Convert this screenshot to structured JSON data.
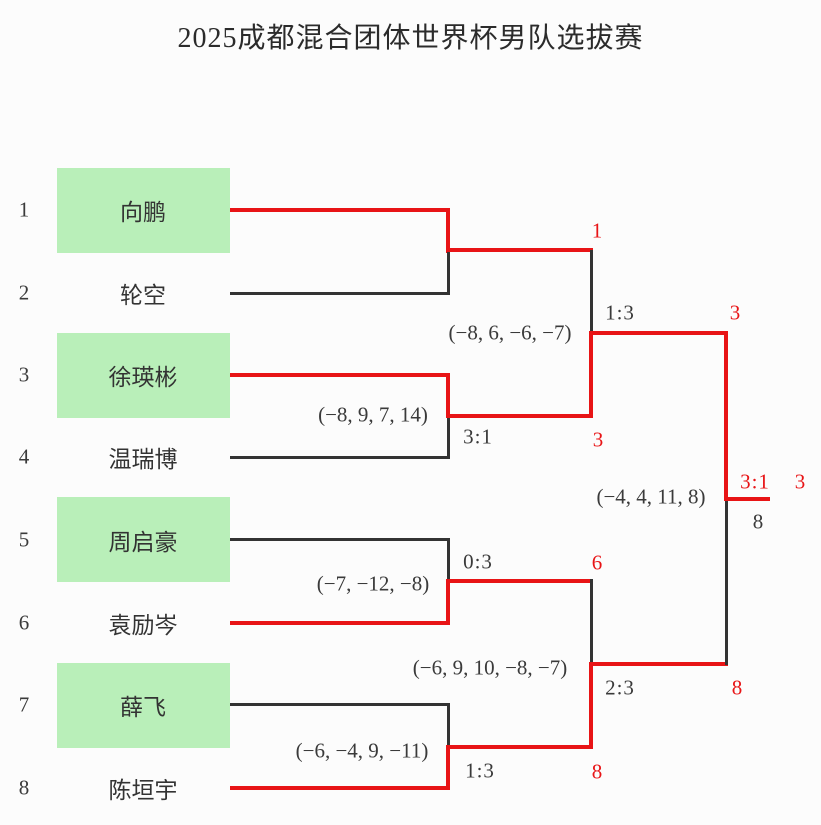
{
  "title": "2025成都混合团体世界杯男队选拔赛",
  "colors": {
    "winner_path": "#e81416",
    "line": "#333333",
    "seed_box": "#b9efb9",
    "text": "#3a3a3a",
    "background": "#fcfcfc"
  },
  "players": [
    {
      "seed": "1",
      "name": "向鹏",
      "seeded_box": true
    },
    {
      "seed": "2",
      "name": "轮空",
      "seeded_box": false
    },
    {
      "seed": "3",
      "name": "徐瑛彬",
      "seeded_box": true
    },
    {
      "seed": "4",
      "name": "温瑞博",
      "seeded_box": false
    },
    {
      "seed": "5",
      "name": "周启豪",
      "seeded_box": true
    },
    {
      "seed": "6",
      "name": "袁励岑",
      "seeded_box": false
    },
    {
      "seed": "7",
      "name": "薛飞",
      "seeded_box": true
    },
    {
      "seed": "8",
      "name": "陈垣宇",
      "seeded_box": false
    }
  ],
  "round1": {
    "match1": {
      "winner_seed": "1"
    },
    "match2": {
      "score": "3:1",
      "games": "(−8, 9, 7, 14)",
      "winner_seed": "3"
    },
    "match3": {
      "score": "0:3",
      "games": "(−7, −12, −8)",
      "winner_seed": "6"
    },
    "match4": {
      "score": "1:3",
      "games": "(−6, −4, 9, −11)",
      "winner_seed": "8"
    }
  },
  "semifinals": {
    "semi1": {
      "score": "1:3",
      "games": "(−8, 6, −6, −7)",
      "winner_seed": "3"
    },
    "semi2": {
      "score": "2:3",
      "games": "(−6, 9, 10, −8, −7)",
      "winner_seed": "8"
    }
  },
  "final": {
    "score": "3:1",
    "games": "(−4, 4, 11, 8)",
    "winner_seed": "3",
    "runner_up_seed": "8"
  }
}
